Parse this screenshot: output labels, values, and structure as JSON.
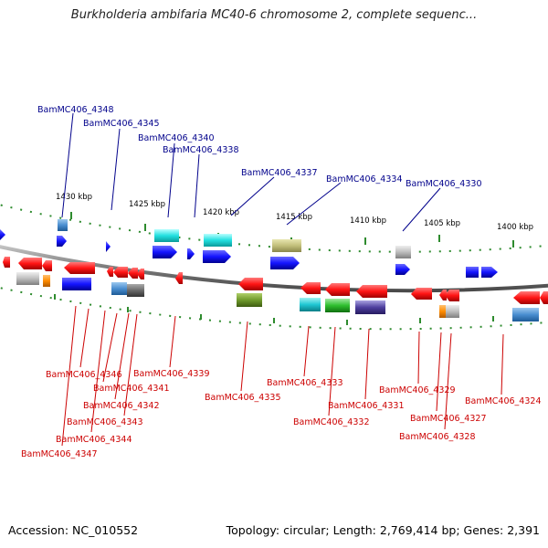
{
  "title": "Burkholderia ambifaria MC40-6 chromosome 2, complete sequenc...",
  "ruler": {
    "labels": [
      "1430 kbp",
      "1425 kbp",
      "1420 kbp",
      "1415 kbp",
      "1410 kbp",
      "1405 kbp",
      "1400 kbp"
    ]
  },
  "genes_top": [
    {
      "label": "BamMC406_4348"
    },
    {
      "label": "BamMC406_4345"
    },
    {
      "label": "BamMC406_4340"
    },
    {
      "label": "BamMC406_4338"
    },
    {
      "label": "BamMC406_4337"
    },
    {
      "label": "BamMC406_4334"
    },
    {
      "label": "BamMC406_4330"
    }
  ],
  "genes_bottom": [
    {
      "label": "BamMC406_4346"
    },
    {
      "label": "BamMC406_4339"
    },
    {
      "label": "BamMC406_4341"
    },
    {
      "label": "BamMC406_4342"
    },
    {
      "label": "BamMC406_4343"
    },
    {
      "label": "BamMC406_4344"
    },
    {
      "label": "BamMC406_4347"
    },
    {
      "label": "BamMC406_4335"
    },
    {
      "label": "BamMC406_4333"
    },
    {
      "label": "BamMC406_4331"
    },
    {
      "label": "BamMC406_4332"
    },
    {
      "label": "BamMC406_4329"
    },
    {
      "label": "BamMC406_4327"
    },
    {
      "label": "BamMC406_4328"
    },
    {
      "label": "BamMC406_4324"
    }
  ],
  "colors": {
    "top_label": "#00008b",
    "bottom_label": "#cc0000",
    "forward_cds": "#1414ff",
    "reverse_cds": "#ff1414",
    "backbone": "#808080",
    "ruler_tick": "#2e8b2e"
  },
  "footer": {
    "accession": "Accession: NC_010552",
    "summary": "Topology: circular; Length: 2,769,414 bp; Genes: 2,391"
  }
}
